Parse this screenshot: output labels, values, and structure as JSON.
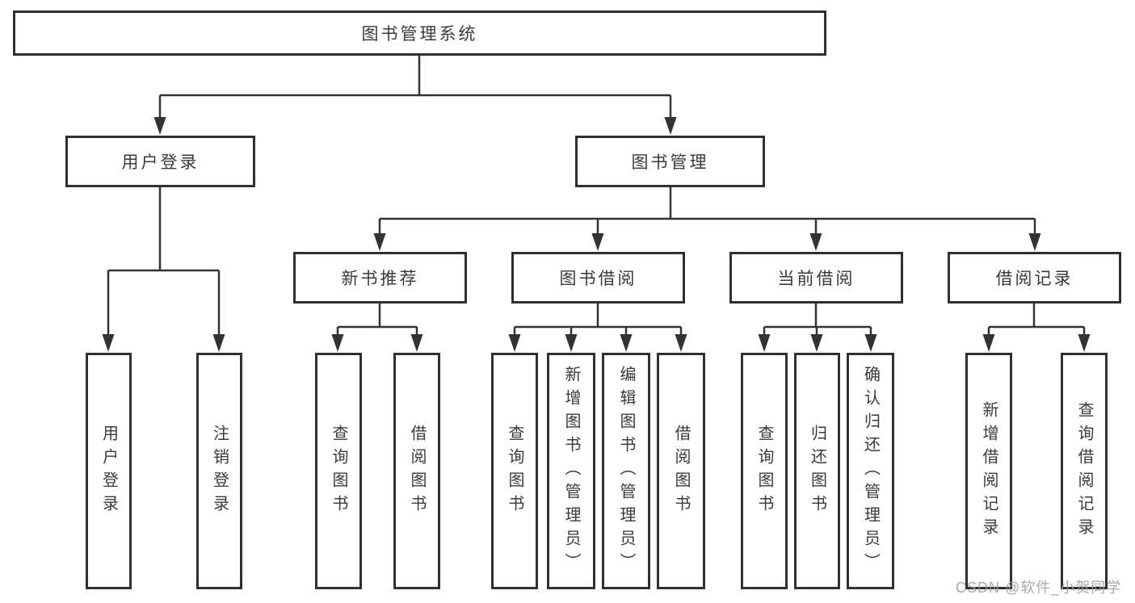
{
  "diagram": {
    "title": "图书管理系统",
    "children": [
      {
        "label": "用户登录",
        "children": [
          {
            "label": "用户登录"
          },
          {
            "label": "注销登录"
          }
        ]
      },
      {
        "label": "图书管理",
        "children": [
          {
            "label": "新书推荐",
            "children": [
              {
                "label": "查询图书"
              },
              {
                "label": "借阅图书"
              }
            ]
          },
          {
            "label": "图书借阅",
            "children": [
              {
                "label": "查询图书"
              },
              {
                "label": "新增图书（管理员）"
              },
              {
                "label": "编辑图书（管理员）"
              },
              {
                "label": "借阅图书"
              }
            ]
          },
          {
            "label": "当前借阅",
            "children": [
              {
                "label": "查询图书"
              },
              {
                "label": "归还图书"
              },
              {
                "label": "确认归还（管理员）"
              }
            ]
          },
          {
            "label": "借阅记录",
            "children": [
              {
                "label": "新增借阅记录"
              },
              {
                "label": "查询借阅记录"
              }
            ]
          }
        ]
      }
    ]
  },
  "watermark": {
    "text": "CSDN @软件_小贺同学"
  },
  "colors": {
    "line": "#333333",
    "box_border": "#2f2f2f",
    "box_background": "#ffffff",
    "text": "#3a3a3a",
    "watermark": "#9e9e9e"
  }
}
